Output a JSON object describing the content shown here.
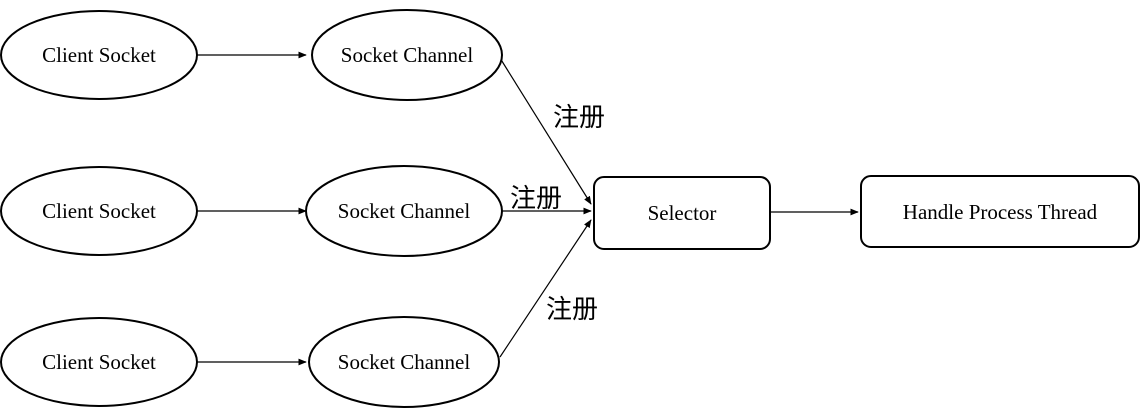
{
  "nodes": {
    "client1": "Client Socket",
    "client2": "Client Socket",
    "client3": "Client Socket",
    "channel1": "Socket Channel",
    "channel2": "Socket Channel",
    "channel3": "Socket Channel",
    "selector": "Selector",
    "handler": "Handle Process Thread"
  },
  "edge_labels": {
    "register1": "注册",
    "register2": "注册",
    "register3": "注册"
  },
  "colors": {
    "stroke": "#000000",
    "background": "#ffffff"
  }
}
